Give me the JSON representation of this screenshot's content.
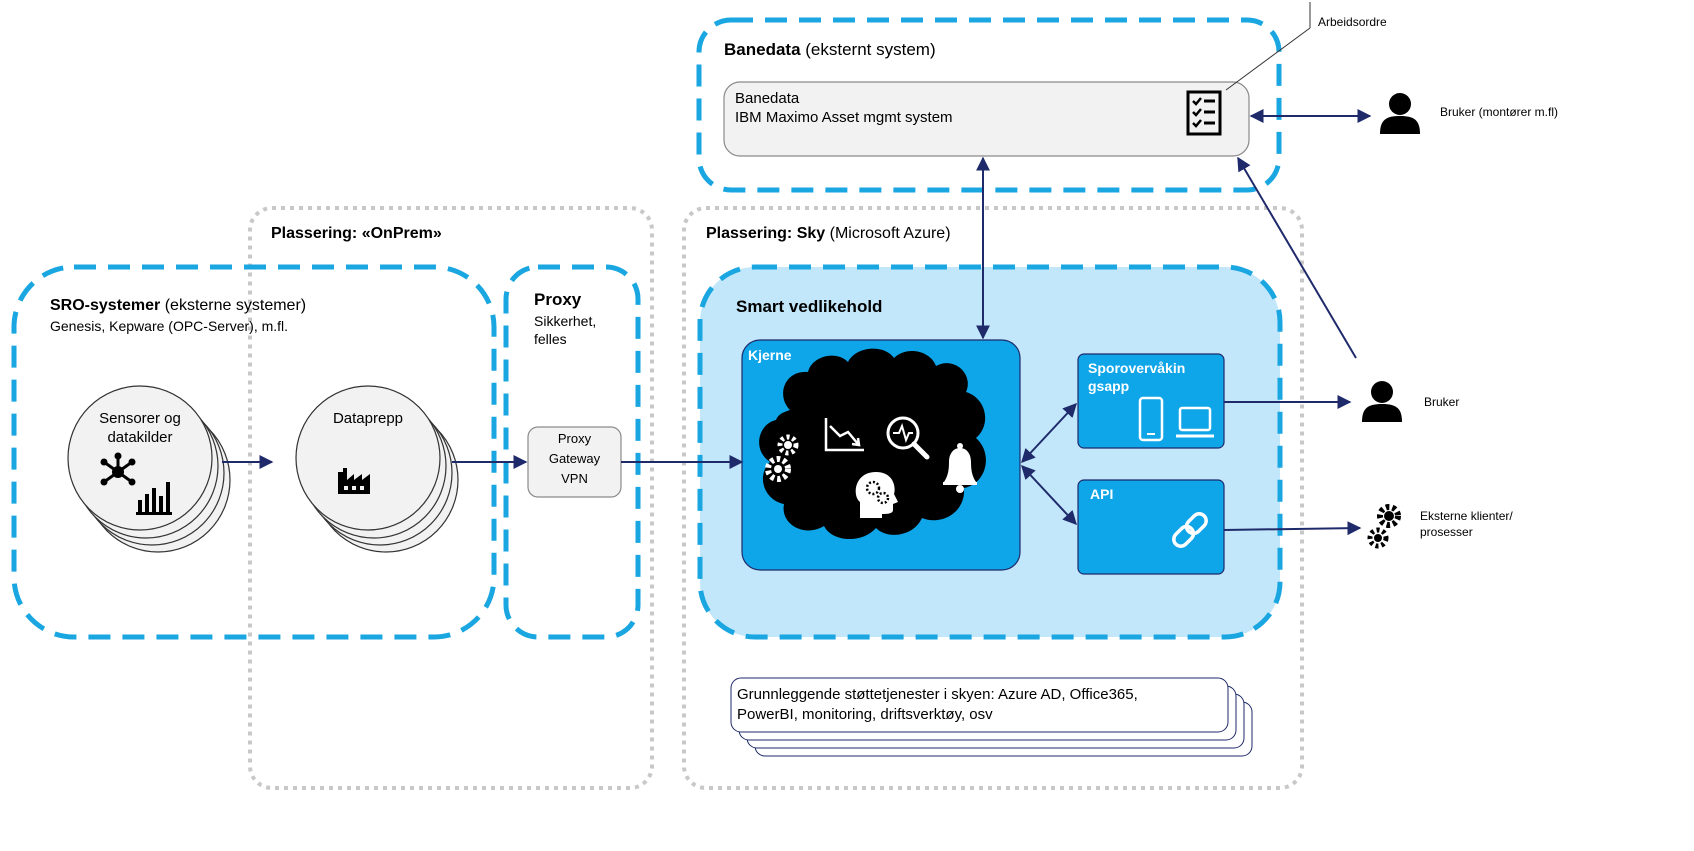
{
  "banedata_group": {
    "title_bold": "Banedata",
    "title_rest": " (eksternt system)"
  },
  "banedata_box": {
    "line1": "Banedata",
    "line2": "IBM Maximo Asset mgmt system"
  },
  "arbeidsordre": "Arbeidsordre",
  "user_top": "Bruker (montører m.fl)",
  "onprem": {
    "label": "Plassering: «OnPrem»"
  },
  "sky": {
    "label_bold": "Plassering: Sky",
    "label_rest": " (Microsoft Azure)"
  },
  "sro": {
    "title_bold": "SRO-systemer",
    "title_rest": " (eksterne systemer)",
    "subtitle": "Genesis, Kepware (OPC-Server), m.fl."
  },
  "sensorer": {
    "line1": "Sensorer og",
    "line2": "datakilder"
  },
  "dataprepp": "Dataprepp",
  "proxy": {
    "title": "Proxy",
    "line1": "Sikkerhet,",
    "line2": "felles"
  },
  "proxy_gateway": {
    "line1": "Proxy",
    "line2": "Gateway",
    "line3": "VPN"
  },
  "smart": {
    "title": "Smart vedlikehold"
  },
  "kjerne": "Kjerne",
  "sporovervakning": {
    "line1": "Sporovervåkin",
    "line2": "gsapp"
  },
  "api": "API",
  "user_mid": "Bruker",
  "eksterne": {
    "line1": "Eksterne klienter/",
    "line2": "prosesser"
  },
  "grunnleggende": {
    "line1": "Grunnleggende støttetjenester i skyen: Azure AD, Office365,",
    "line2": "PowerBI, monitoring, driftsverktøy, osv"
  },
  "colors": {
    "dash_blue": "#1aa6e0",
    "dotted_gray": "#c8c8c8",
    "panel_bg": "#c2e7fa",
    "inner_blue": "#0ea5e9",
    "arrow": "#1f2a6b",
    "box_gray": "#f2f2f2"
  },
  "icons": [
    "checklist-icon",
    "person-icon",
    "hub-network-icon",
    "bar-chart-icon",
    "factory-icon",
    "cloud-icon",
    "gears-icon",
    "declining-chart-icon",
    "magnify-pulse-icon",
    "bell-icon",
    "head-gears-icon",
    "phone-icon",
    "laptop-icon",
    "chain-link-icon",
    "external-gears-icon"
  ]
}
